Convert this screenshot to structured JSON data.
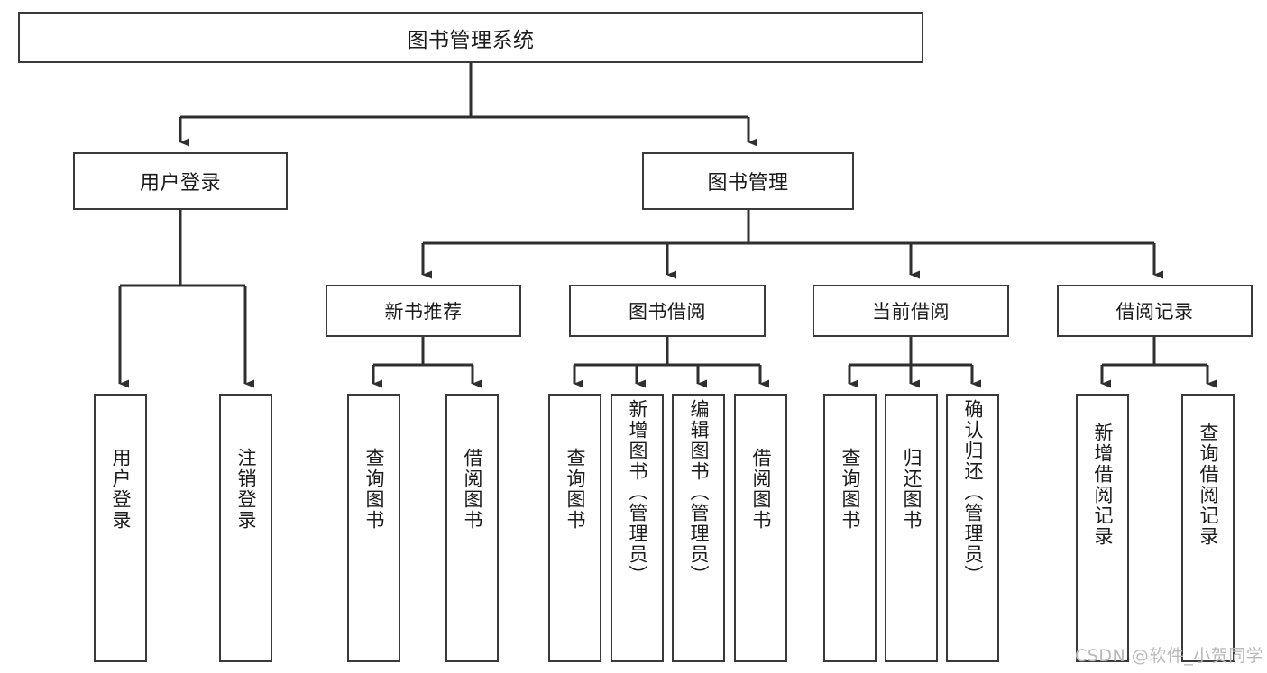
{
  "diagram": {
    "title": "图书管理系统",
    "type": "tree-hierarchy-chart",
    "colors": {
      "box_stroke": "#3a3a3a",
      "box_fill": "#ffffff",
      "connector": "#2f2f2f",
      "text": "#1b1b1b",
      "watermark": "#b9b9b9",
      "background": "#ffffff"
    },
    "root": {
      "label": "图书管理系统"
    },
    "level1": [
      {
        "label": "用户登录"
      },
      {
        "label": "图书管理"
      }
    ],
    "level2": [
      {
        "label": "新书推荐"
      },
      {
        "label": "图书借阅"
      },
      {
        "label": "当前借阅"
      },
      {
        "label": "借阅记录"
      }
    ],
    "leaves": {
      "user_login": [
        {
          "label": "用户登录"
        },
        {
          "label": "注销登录"
        }
      ],
      "new_book_recommend": [
        {
          "label": "查询图书"
        },
        {
          "label": "借阅图书"
        }
      ],
      "book_borrow": [
        {
          "label": "查询图书"
        },
        {
          "label": "新增图书（管理员）"
        },
        {
          "label": "编辑图书（管理员）"
        },
        {
          "label": "借阅图书"
        }
      ],
      "current_borrow": [
        {
          "label": "查询图书"
        },
        {
          "label": "归还图书"
        },
        {
          "label": "确认归还（管理员）"
        }
      ],
      "borrow_record": [
        {
          "label": "新增借阅记录"
        },
        {
          "label": "查询借阅记录"
        }
      ]
    }
  },
  "watermark": {
    "text": "CSDN @软件_小贺同学"
  }
}
